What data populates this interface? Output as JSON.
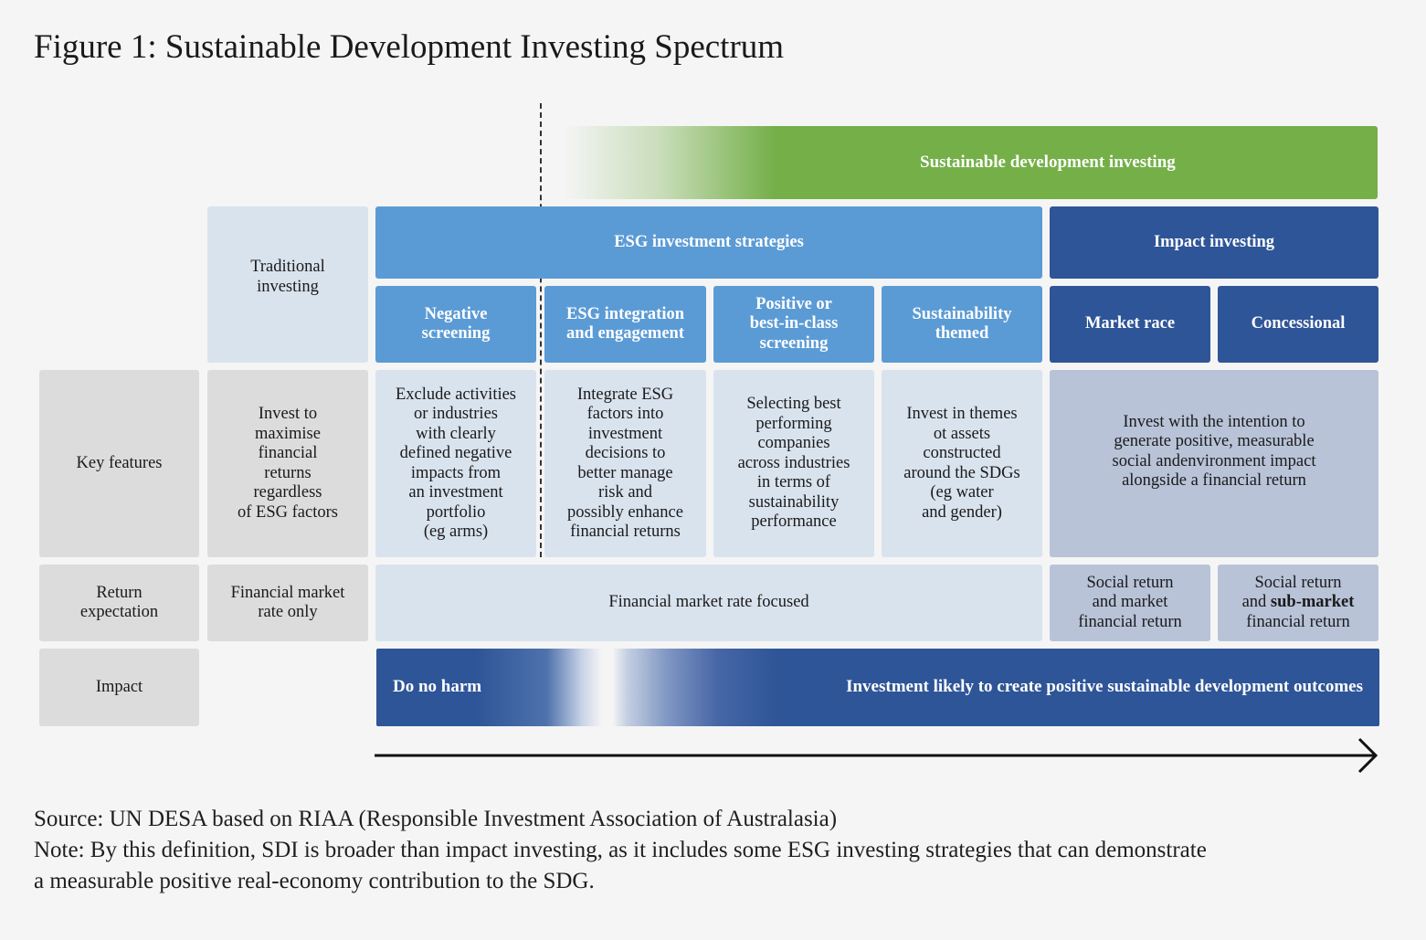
{
  "title": "Figure 1: Sustainable Development Investing Spectrum",
  "bands": {
    "sdi": "Sustainable development investing",
    "esg": "ESG investment strategies",
    "impact": "Impact investing"
  },
  "columns": {
    "traditional": [
      "Traditional",
      "investing"
    ],
    "negative": [
      "Negative",
      "screening"
    ],
    "esg_integration": [
      "ESG integration",
      "and engagement"
    ],
    "positive": [
      "Positive or",
      "best-in-class",
      "screening"
    ],
    "themed": [
      "Sustainability",
      "themed"
    ],
    "market_race": [
      "Market race"
    ],
    "concessional": [
      "Concessional"
    ]
  },
  "row_labels": {
    "key_features": [
      "Key features"
    ],
    "return_expectation": [
      "Return",
      "expectation"
    ],
    "impact": [
      "Impact"
    ]
  },
  "key_features": {
    "traditional": [
      "Invest to",
      "maximise",
      "financial",
      "returns",
      "regardless",
      "of ESG factors"
    ],
    "negative": [
      "Exclude activities",
      "or industries",
      "with clearly",
      "defined negative",
      "impacts from",
      "an investment",
      "portfolio",
      "(eg arms)"
    ],
    "esg_integration": [
      "Integrate ESG",
      "factors into",
      "investment",
      "decisions to",
      "better manage",
      "risk and",
      "possibly enhance",
      "financial returns"
    ],
    "positive": [
      "Selecting best",
      "performing",
      "companies",
      "across industries",
      "in terms of",
      "sustainability",
      "performance"
    ],
    "themed": [
      "Invest in themes",
      "ot assets",
      "constructed",
      "around the SDGs",
      "(eg water",
      "and gender)"
    ],
    "impact": [
      "Invest with the intention to",
      "generate positive, measurable",
      "social andenvironment impact",
      "alongside a financial return"
    ]
  },
  "return_expectation": {
    "traditional": [
      "Financial market",
      "rate only"
    ],
    "esg": [
      "Financial market rate focused"
    ],
    "market_race": [
      "Social return",
      "and market",
      "financial return"
    ],
    "concessional": {
      "line1": "Social return",
      "line2_pre": "and ",
      "line2_bold": "sub-market",
      "line3": "financial return"
    }
  },
  "impact_row": {
    "left": "Do no harm",
    "right": "Investment likely to create positive sustainable development outcomes"
  },
  "source": "Source: UN DESA based on RIAA (Responsible Investment Association of Australasia)",
  "note_lines": [
    "Note: By this definition, SDI is broader than impact investing, as it includes some ESG investing strategies that can demonstrate",
    "a measurable positive real-economy contribution to the SDG."
  ],
  "colors": {
    "green": "#74af48",
    "esg_blue": "#5b9bd5",
    "impact_navy": "#2e5597",
    "pale_blue": "#d9e3ee",
    "slate": "#b8c3d8",
    "grey": "#dcdcdc"
  }
}
